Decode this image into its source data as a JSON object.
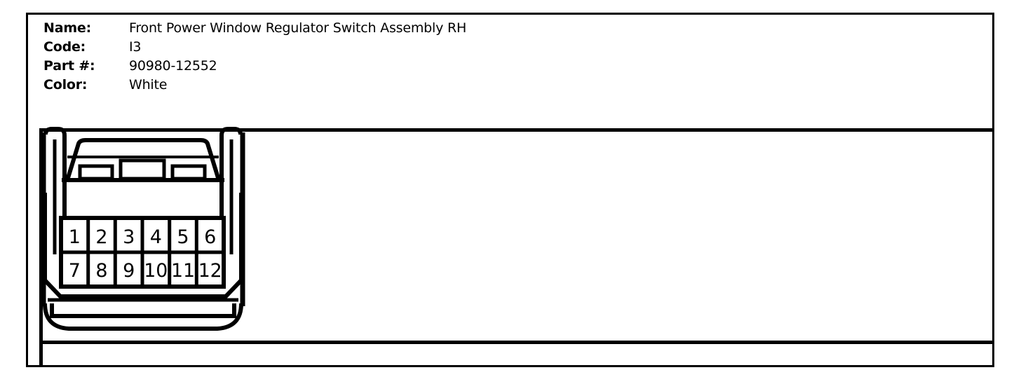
{
  "sheet": {
    "title": "Front Power Window Regulator Switch Assembly RH",
    "background_color": "#ffffff",
    "line_color": "#000000"
  },
  "spec": {
    "rows": [
      {
        "label": "Name:",
        "value": "Front Power Window Regulator Switch Assembly RH"
      },
      {
        "label": "Code:",
        "value": "I3"
      },
      {
        "label": "Part #:",
        "value": "90980-12552"
      },
      {
        "label": "Color:",
        "value": "White"
      }
    ]
  },
  "connector": {
    "type": "12-pin rectangular automotive connector",
    "view": "terminal face / front view",
    "rows": 2,
    "columns": 6,
    "pin_count": 12,
    "pins_top_row": [
      "1",
      "2",
      "3",
      "4",
      "5",
      "6"
    ],
    "pins_bottom_row": [
      "7",
      "8",
      "9",
      "10",
      "11",
      "12"
    ],
    "features": [
      "left-side-rail",
      "right-side-rail",
      "top-latch-trapezoid",
      "latch-detents-3",
      "bottom-skirt"
    ]
  }
}
